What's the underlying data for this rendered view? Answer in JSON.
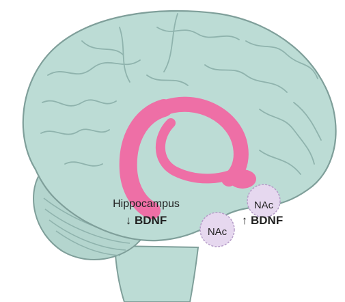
{
  "labels": {
    "hippocampus": "Hippocampus",
    "hippocampus_bdnf": "↓ BDNF",
    "nac_upper": "NAc",
    "nac_upper_bdnf": "↑ BDNF",
    "nac_lower": "NAc"
  },
  "colors": {
    "brain_fill": "#bcdcd5",
    "brain_outline": "#7f9f9a",
    "gyri_lines": "#8fb3ad",
    "hippocampus_pink": "#ee6fa6",
    "nac_fill": "#e6d8ef",
    "nac_outline": "#b59cc8",
    "label_text": "#222222"
  }
}
